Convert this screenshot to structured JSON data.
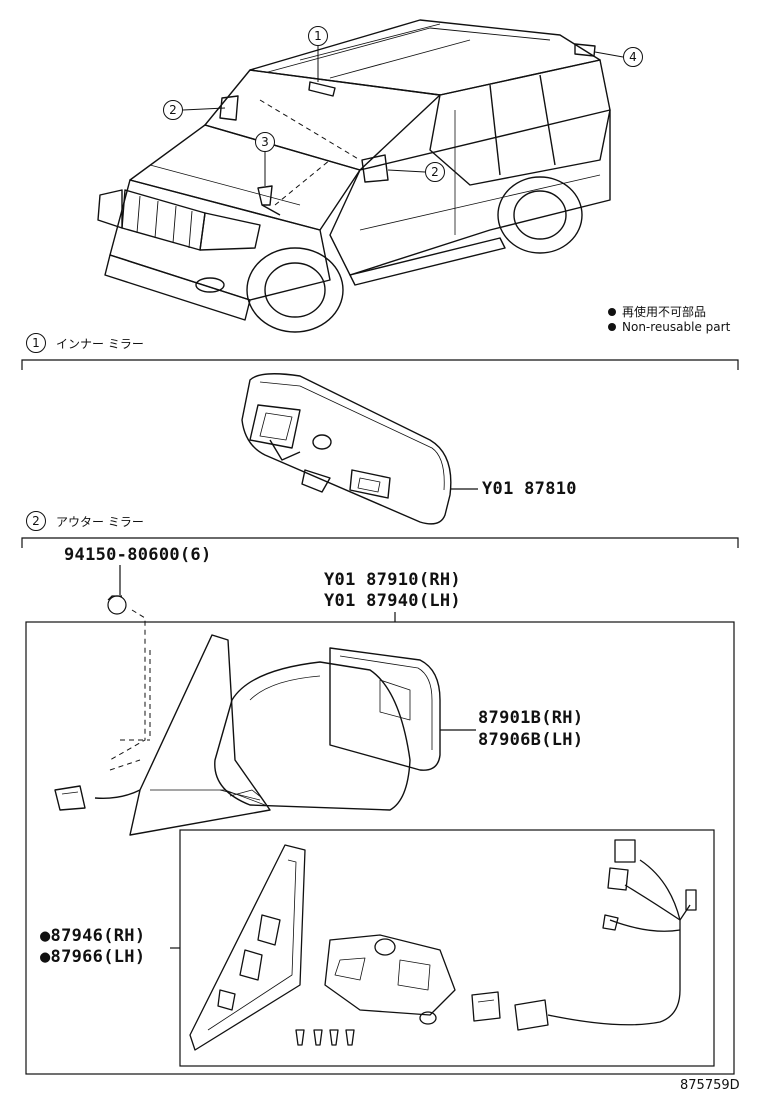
{
  "legend": {
    "japanese": "再使用不可部品",
    "english": "Non-reusable part"
  },
  "callouts": {
    "c1": "1",
    "c2a": "2",
    "c3": "3",
    "c2b": "2",
    "c4": "4"
  },
  "sections": {
    "inner": {
      "number": "1",
      "title": "インナー ミラー"
    },
    "outer": {
      "number": "2",
      "title": "アウター ミラー"
    }
  },
  "parts": {
    "inner_mirror": "Y01 87810",
    "bolt": "94150-80600(6)",
    "outer_mirror_rh": "Y01 87910(RH)",
    "outer_mirror_lh": "Y01 87940(LH)",
    "mirror_glass_rh": "87901B(RH)",
    "mirror_glass_lh": "87906B(LH)",
    "cover_rh": "●87946(RH)",
    "cover_lh": "●87966(LH)"
  },
  "diagram_id": "875759D"
}
